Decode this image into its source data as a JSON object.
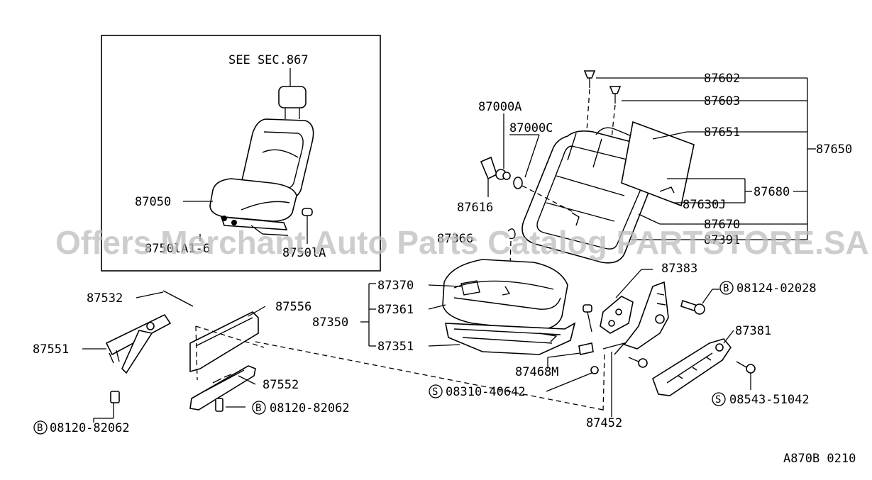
{
  "inset": {
    "see_section": "SEE SEC.867",
    "seat_label": "87050",
    "lever_label_left": "8750lA1-6",
    "lever_label_right": "8750lA"
  },
  "labels": {
    "p87602": "87602",
    "p87603": "87603",
    "p87651": "87651",
    "p87650": "87650",
    "p87680": "87680",
    "p87630J": "87630J",
    "p87670": "87670",
    "p87391": "87391",
    "p87000A": "87000A",
    "p87000C": "87000C",
    "p87616": "87616",
    "p87366": "87366",
    "p87383": "87383",
    "p87370": "87370",
    "p87361": "87361",
    "p87350": "87350",
    "p87351": "87351",
    "p87532": "87532",
    "p87556": "87556",
    "p87551": "87551",
    "p87552": "87552",
    "p87468M": "87468M",
    "p87452": "87452",
    "p87381": "87381",
    "b08124": "08124-02028",
    "b08120_left": "08120-82062",
    "b08120_mid": "08120-82062",
    "s08310": "08310-40642",
    "s08543": "08543-51042",
    "mark_b": "B",
    "mark_s": "S"
  },
  "footer": {
    "code": "A870B 0210"
  },
  "watermark": "Offers Merchant Auto Parts Catalog PARTSTORE.SA"
}
